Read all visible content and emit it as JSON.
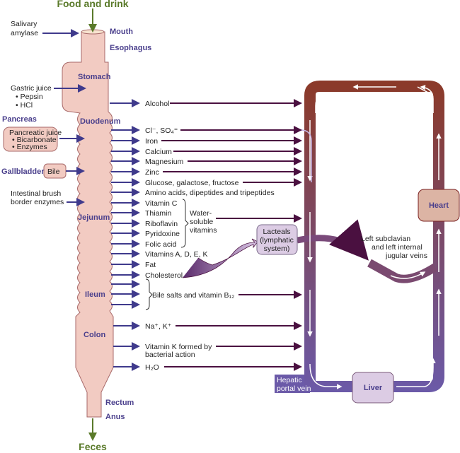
{
  "colors": {
    "organ_label": "#4a3f8c",
    "input_arrow": "#3f3a8c",
    "absorption_line": "#4a1040",
    "tract_fill": "#f2cbc2",
    "food_arrow": "#5a7a2a",
    "vessel_top": "#8b3a2a",
    "vessel_bottom": "#6b5aa8"
  },
  "top": "Food and drink",
  "bottom": "Feces",
  "organs": {
    "mouth": "Mouth",
    "esophagus": "Esophagus",
    "stomach": "Stomach",
    "duodenum": "Duodenum",
    "jejunum": "Jejunum",
    "ileum": "Ileum",
    "colon": "Colon",
    "rectum": "Rectum",
    "anus": "Anus",
    "pancreas": "Pancreas",
    "gallbladder": "Gallbladder"
  },
  "inputs": {
    "salivary": [
      "Salivary",
      "amylase"
    ],
    "gastric": [
      "Gastric juice",
      "• Pepsin",
      "• HCl"
    ],
    "pancreatic": [
      "Pancreatic juice",
      "• Bicarbonate",
      "• Enzymes"
    ],
    "bile": "Bile",
    "brush": [
      "Intestinal brush",
      "border enzymes"
    ]
  },
  "absorbed": [
    "Alcohol",
    "Cl⁻, SO₄⁼",
    "Iron",
    "Calcium",
    "Magnesium",
    "Zinc",
    "Glucose, galactose, fructose",
    "Amino acids, dipeptides and tripeptides",
    "Vitamin C",
    "Thiamin",
    "Riboflavin",
    "Pyridoxine",
    "Folic acid",
    "Vitamins A, D, E, K",
    "Fat",
    "Cholesterol"
  ],
  "water_soluble": [
    "Water-",
    "soluble",
    "vitamins"
  ],
  "bile_salts": "Bile salts and vitamin B₁₂",
  "colon_items": [
    "Na⁺, K⁺",
    [
      "Vitamin K formed by",
      "bacterial action"
    ],
    "H₂O"
  ],
  "lacteals": [
    "Lacteals",
    "(lymphatic",
    "system)"
  ],
  "subclavian": [
    "Left subclavian",
    "and left internal",
    "jugular veins"
  ],
  "heart": "Heart",
  "liver": "Liver",
  "portal": [
    "Hepatic",
    "portal vein"
  ]
}
